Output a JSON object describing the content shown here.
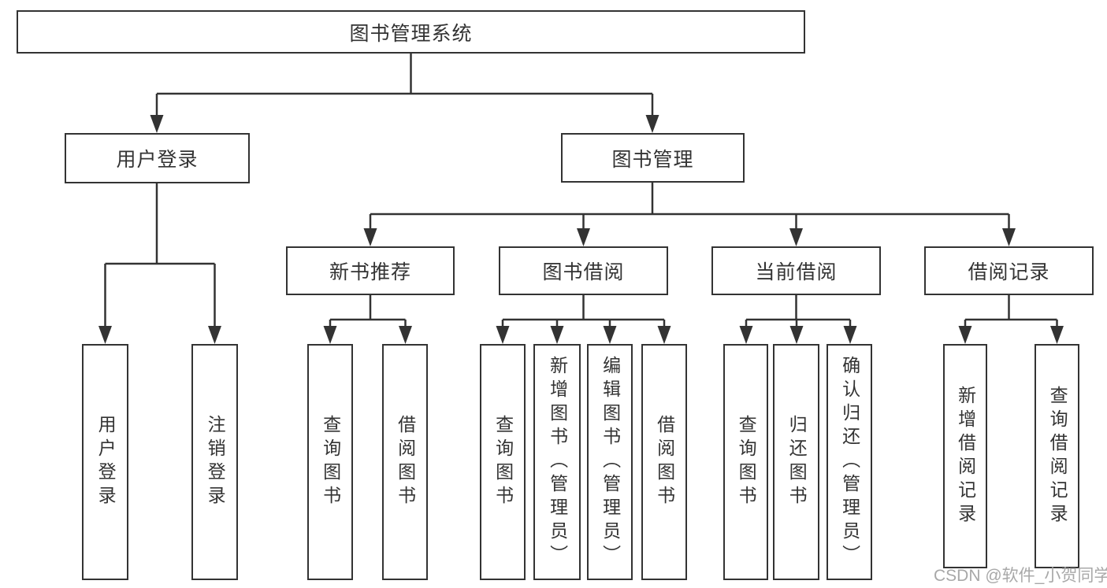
{
  "diagram": {
    "root": {
      "label": "图书管理系统"
    },
    "level2": [
      {
        "label": "用户登录",
        "children": [
          "用户登录",
          "注销登录"
        ]
      },
      {
        "label": "图书管理"
      }
    ],
    "level3": [
      {
        "label": "新书推荐",
        "children": [
          "查询图书",
          "借阅图书"
        ]
      },
      {
        "label": "图书借阅",
        "children": [
          "查询图书",
          "新增图书（管理员）",
          "编辑图书（管理员）",
          "借阅图书"
        ]
      },
      {
        "label": "当前借阅",
        "children": [
          "查询图书",
          "归还图书",
          "确认归还（管理员）"
        ]
      },
      {
        "label": "借阅记录",
        "children": [
          "新增借阅记录",
          "查询借阅记录"
        ]
      }
    ]
  },
  "watermark": {
    "text": "CSDN @软件_小贺同学"
  },
  "colors": {
    "line": "#333333",
    "text": "#333333",
    "box_background": "#ffffff",
    "page_background": "#ffffff",
    "watermark": "#a8a8a8"
  }
}
